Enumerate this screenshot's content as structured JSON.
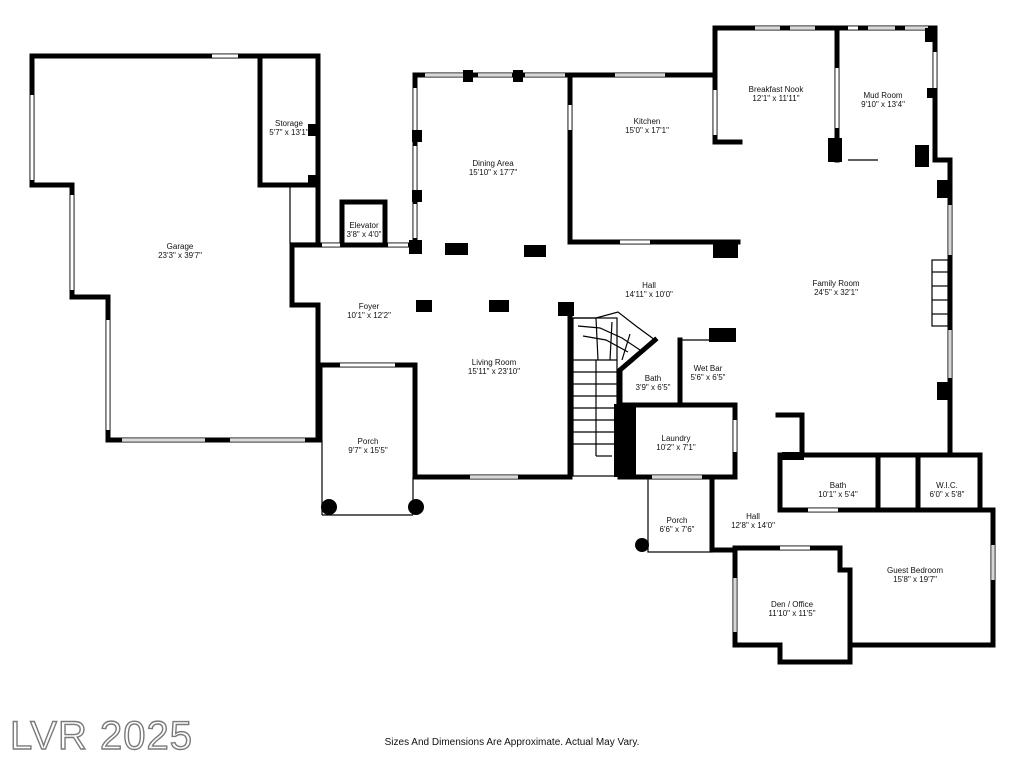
{
  "rooms": [
    {
      "id": "garage",
      "name": "Garage",
      "size": "23'3\" x 39'7\""
    },
    {
      "id": "storage",
      "name": "Storage",
      "size": "5'7\" x 13'1\""
    },
    {
      "id": "elevator",
      "name": "Elevator",
      "size": "3'8\" x 4'0\""
    },
    {
      "id": "dining",
      "name": "Dining Area",
      "size": "15'10\" x 17'7\""
    },
    {
      "id": "kitchen",
      "name": "Kitchen",
      "size": "15'0\" x 17'1\""
    },
    {
      "id": "nook",
      "name": "Breakfast Nook",
      "size": "12'1\" x 11'11\""
    },
    {
      "id": "mud",
      "name": "Mud Room",
      "size": "9'10\" x 13'4\""
    },
    {
      "id": "foyer",
      "name": "Foyer",
      "size": "10'1\" x 12'2\""
    },
    {
      "id": "hall1",
      "name": "Hall",
      "size": "14'11\" x 10'0\""
    },
    {
      "id": "family",
      "name": "Family Room",
      "size": "24'5\" x 32'1\""
    },
    {
      "id": "living",
      "name": "Living Room",
      "size": "15'11\" x 23'10\""
    },
    {
      "id": "bath1",
      "name": "Bath",
      "size": "3'9\" x 6'5\""
    },
    {
      "id": "wetbar",
      "name": "Wet Bar",
      "size": "5'6\" x 6'5\""
    },
    {
      "id": "porch1",
      "name": "Porch",
      "size": "9'7\" x 15'5\""
    },
    {
      "id": "laundry",
      "name": "Laundry",
      "size": "10'2\" x 7'1\""
    },
    {
      "id": "bath2",
      "name": "Bath",
      "size": "10'1\" x 5'4\""
    },
    {
      "id": "wic",
      "name": "W.I.C.",
      "size": "6'0\" x 5'8\""
    },
    {
      "id": "porch2",
      "name": "Porch",
      "size": "6'6\" x 7'6\""
    },
    {
      "id": "hall2",
      "name": "Hall",
      "size": "12'8\" x 14'0\""
    },
    {
      "id": "guest",
      "name": "Guest Bedroom",
      "size": "15'8\" x 19'7\""
    },
    {
      "id": "den",
      "name": "Den / Office",
      "size": "11'10\" x 11'5\""
    }
  ],
  "watermark": "LVR 2025",
  "disclaimer": "Sizes And Dimensions Are Approximate. Actual May Vary."
}
